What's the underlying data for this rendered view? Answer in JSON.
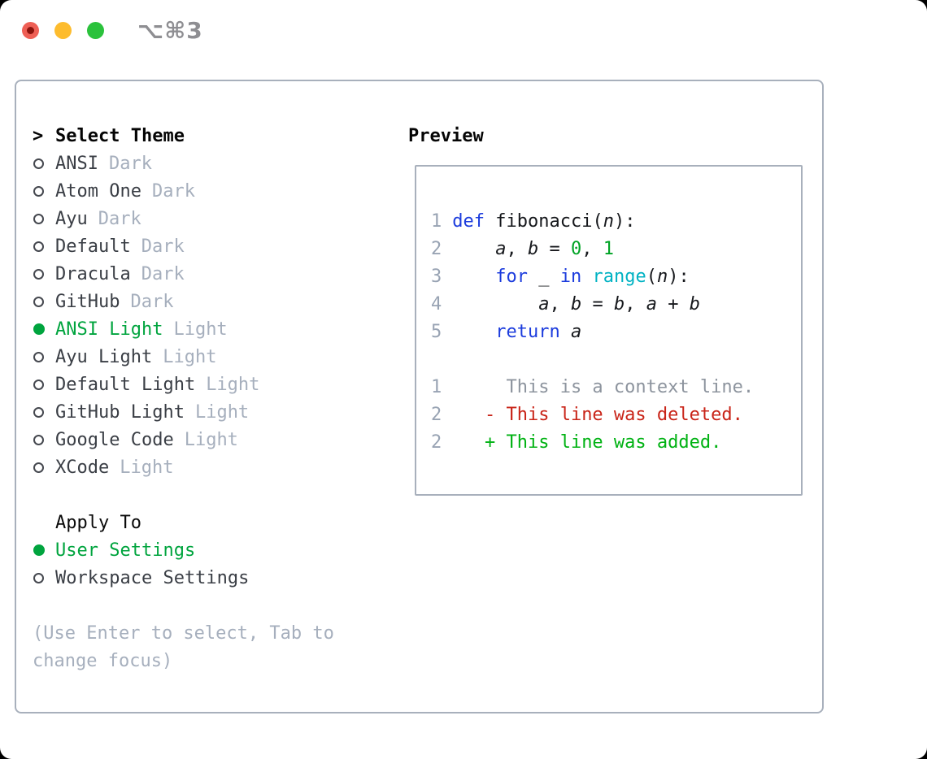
{
  "titlebar": {
    "shortcut_label": "⌥⌘3",
    "buttons": [
      "close",
      "minimize",
      "zoom"
    ]
  },
  "colors": {
    "accent_green": "#00a43e",
    "keyword_blue": "#1c3cdd",
    "function_teal": "#00b2c3",
    "number_green": "#00a325",
    "deleted_red": "#c92418",
    "added_green": "#00b213",
    "muted_gray": "#a6afbd",
    "line_number_gray": "#98a3b3",
    "border_gray": "#a8b0bc",
    "traffic_red": "#ee5f55",
    "traffic_yellow": "#fdbc2e",
    "traffic_green": "#2bc23c"
  },
  "theme_menu": {
    "prompt": ">",
    "title": "Select Theme",
    "items": [
      {
        "label": "ANSI",
        "variant": "Dark",
        "selected": false
      },
      {
        "label": "Atom One",
        "variant": "Dark",
        "selected": false
      },
      {
        "label": "Ayu",
        "variant": "Dark",
        "selected": false
      },
      {
        "label": "Default",
        "variant": "Dark",
        "selected": false
      },
      {
        "label": "Dracula",
        "variant": "Dark",
        "selected": false
      },
      {
        "label": "GitHub",
        "variant": "Dark",
        "selected": false
      },
      {
        "label": "ANSI Light",
        "variant": "Light",
        "selected": true
      },
      {
        "label": "Ayu Light",
        "variant": "Light",
        "selected": false
      },
      {
        "label": "Default Light",
        "variant": "Light",
        "selected": false
      },
      {
        "label": "GitHub Light",
        "variant": "Light",
        "selected": false
      },
      {
        "label": "Google Code",
        "variant": "Light",
        "selected": false
      },
      {
        "label": "XCode",
        "variant": "Light",
        "selected": false
      }
    ]
  },
  "apply_to": {
    "title": "Apply To",
    "options": [
      {
        "label": "User Settings",
        "selected": true
      },
      {
        "label": "Workspace Settings",
        "selected": false
      }
    ]
  },
  "help": {
    "lines": [
      "(Use Enter to select, Tab to",
      "change focus)"
    ]
  },
  "preview": {
    "title": "Preview",
    "lines": [
      {
        "num": "1",
        "segments": [
          [
            "kw",
            "def"
          ],
          [
            "pl",
            " fibonacci("
          ],
          [
            "var",
            "n"
          ],
          [
            "pl",
            "):"
          ]
        ]
      },
      {
        "num": "2",
        "segments": [
          [
            "pl",
            "    "
          ],
          [
            "var",
            "a"
          ],
          [
            "pl",
            ", "
          ],
          [
            "var",
            "b"
          ],
          [
            "pl",
            " = "
          ],
          [
            "num",
            "0"
          ],
          [
            "pl",
            ", "
          ],
          [
            "num",
            "1"
          ]
        ]
      },
      {
        "num": "3",
        "segments": [
          [
            "pl",
            "    "
          ],
          [
            "kw",
            "for"
          ],
          [
            "pl",
            " _ "
          ],
          [
            "kw",
            "in"
          ],
          [
            "pl",
            " "
          ],
          [
            "fn",
            "range"
          ],
          [
            "pl",
            "("
          ],
          [
            "var",
            "n"
          ],
          [
            "pl",
            "):"
          ]
        ]
      },
      {
        "num": "4",
        "segments": [
          [
            "pl",
            "        "
          ],
          [
            "var",
            "a"
          ],
          [
            "pl",
            ", "
          ],
          [
            "var",
            "b"
          ],
          [
            "pl",
            " = "
          ],
          [
            "var",
            "b"
          ],
          [
            "pl",
            ", "
          ],
          [
            "var",
            "a"
          ],
          [
            "pl",
            " + "
          ],
          [
            "var",
            "b"
          ]
        ]
      },
      {
        "num": "5",
        "segments": [
          [
            "pl",
            "    "
          ],
          [
            "kw",
            "return"
          ],
          [
            "pl",
            " "
          ],
          [
            "var",
            "a"
          ]
        ]
      },
      {
        "num": "",
        "segments": []
      },
      {
        "num": "1",
        "segments": [
          [
            "ctx",
            "     This is a context line."
          ]
        ]
      },
      {
        "num": "2",
        "segments": [
          [
            "del",
            "   - This line was deleted."
          ]
        ]
      },
      {
        "num": "2",
        "segments": [
          [
            "add",
            "   + This line was added."
          ]
        ]
      }
    ]
  }
}
